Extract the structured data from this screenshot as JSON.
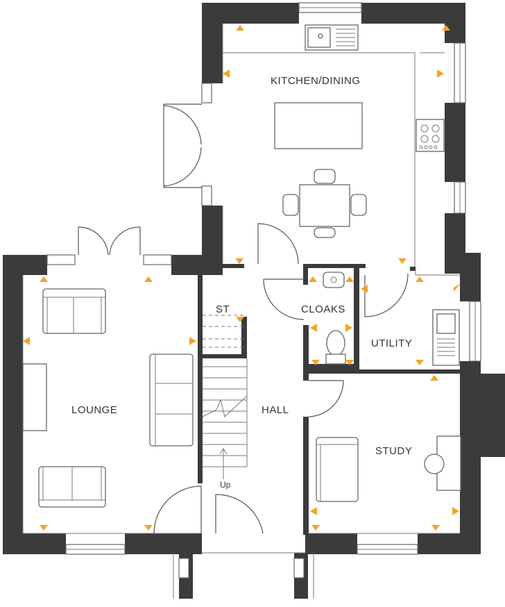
{
  "floorplan": {
    "rooms": {
      "kitchen_dining": "KITCHEN/DINING",
      "st": "ST",
      "cloaks": "CLOAKS",
      "utility": "UTILITY",
      "lounge": "LOUNGE",
      "hall": "HALL",
      "study": "STUDY"
    },
    "stairs_label": "Up",
    "colors": {
      "wall": "#3b3b3b",
      "marker": "#f4a328",
      "line": "#666666"
    }
  }
}
